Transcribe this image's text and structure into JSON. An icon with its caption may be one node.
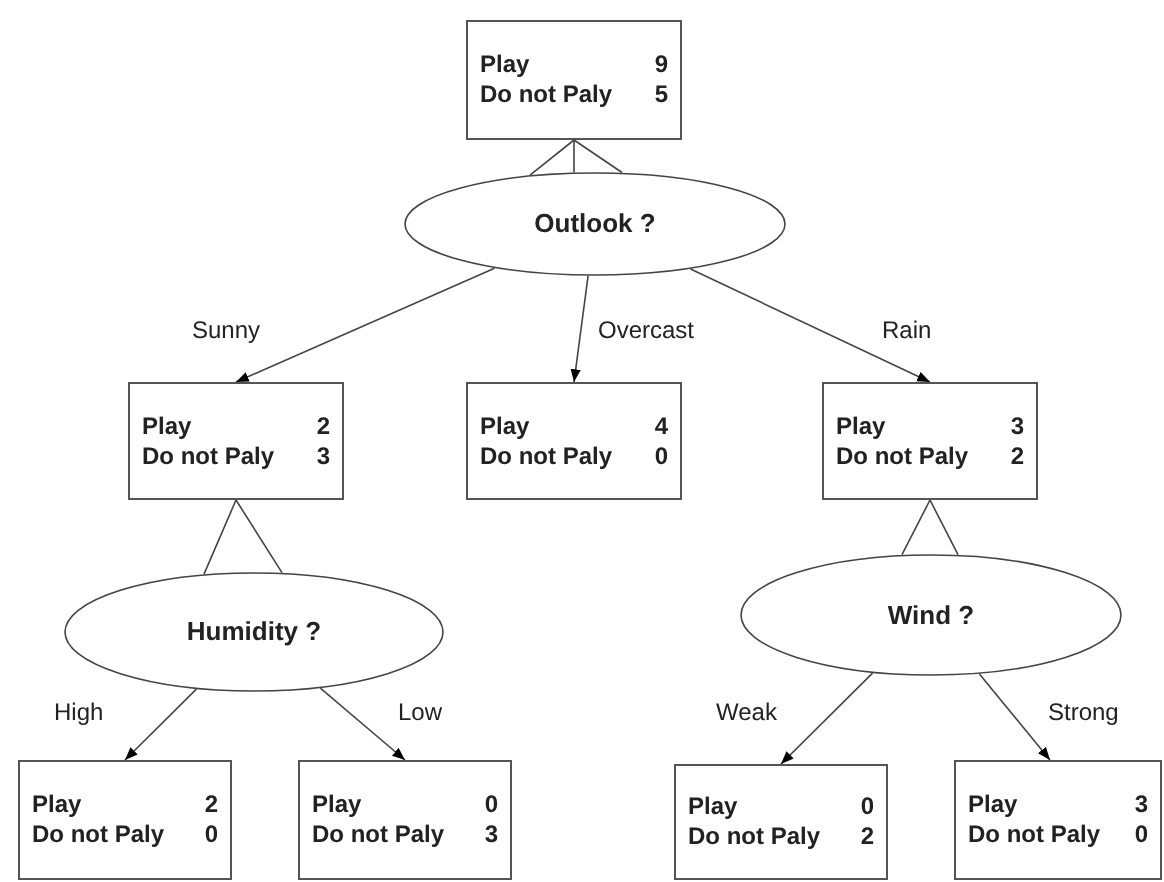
{
  "diagram": {
    "nodes": [
      {
        "text": [
          "Play",
          "9",
          "Do not Paly",
          "5"
        ]
      },
      {
        "text": [
          "Outlook ?"
        ]
      },
      {
        "text": [
          "Play",
          "2",
          "Do not Paly",
          "3"
        ]
      },
      {
        "text": [
          "Play",
          "4",
          "Do not Paly",
          "0"
        ]
      },
      {
        "text": [
          "Play",
          "3",
          "Do not Paly",
          "2"
        ]
      },
      {
        "text": [
          "Humidity ?"
        ]
      },
      {
        "text": [
          "Wind ?"
        ]
      },
      {
        "text": [
          "Play",
          "2",
          "Do not Paly",
          "0"
        ]
      },
      {
        "text": [
          "Play",
          "0",
          "Do not Paly",
          "3"
        ]
      },
      {
        "text": [
          "Play",
          "0",
          "Do not Paly",
          "2"
        ]
      },
      {
        "text": [
          "Play",
          "3",
          "Do not Paly",
          "0"
        ]
      }
    ],
    "edges": [
      {
        "from": 0,
        "to": 1,
        "arrow": "none"
      },
      {
        "from": 1,
        "to": 2,
        "arrow": "to",
        "label": "Sunny"
      },
      {
        "from": 1,
        "to": 3,
        "arrow": "to",
        "label": "Overcast"
      },
      {
        "from": 1,
        "to": 4,
        "arrow": "to",
        "label": "Rain"
      },
      {
        "from": 2,
        "to": 5,
        "arrow": "none"
      },
      {
        "from": 4,
        "to": 6,
        "arrow": "none"
      },
      {
        "from": 5,
        "to": 7,
        "arrow": "to",
        "label": "High"
      },
      {
        "from": 5,
        "to": 8,
        "arrow": "to",
        "label": "Low"
      },
      {
        "from": 6,
        "to": 9,
        "arrow": "to",
        "label": "Weak"
      },
      {
        "from": 6,
        "to": 10,
        "arrow": "to",
        "label": "Strong"
      }
    ]
  }
}
